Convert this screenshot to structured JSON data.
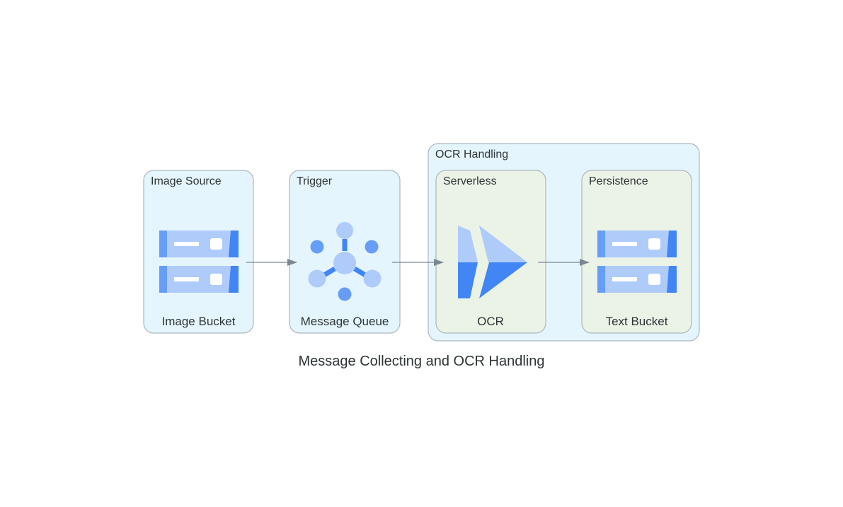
{
  "diagram": {
    "title": "Message Collecting and OCR Handling",
    "clusters": {
      "image_source": "Image Source",
      "trigger": "Trigger",
      "ocr_handling": "OCR Handling",
      "serverless": "Serverless",
      "persistence": "Persistence"
    },
    "nodes": {
      "image_bucket": {
        "label": "Image Bucket",
        "icon": "storage-bucket-icon"
      },
      "message_queue": {
        "label": "Message Queue",
        "icon": "pubsub-icon"
      },
      "ocr": {
        "label": "OCR",
        "icon": "cloud-run-icon"
      },
      "text_bucket": {
        "label": "Text Bucket",
        "icon": "storage-bucket-icon"
      }
    },
    "edges": [
      {
        "from": "Image Bucket",
        "to": "Message Queue"
      },
      {
        "from": "Message Queue",
        "to": "OCR"
      },
      {
        "from": "OCR",
        "to": "Text Bucket"
      }
    ],
    "colors": {
      "outer_cluster_fill": "#e5f5fd",
      "inner_cluster_fill": "#ebf3e7",
      "cluster_border": "#aeb6be",
      "edge": "#7b8894",
      "icon_light": "#aecbfa",
      "icon_mid": "#669df6",
      "icon_dark": "#4285f4"
    }
  }
}
